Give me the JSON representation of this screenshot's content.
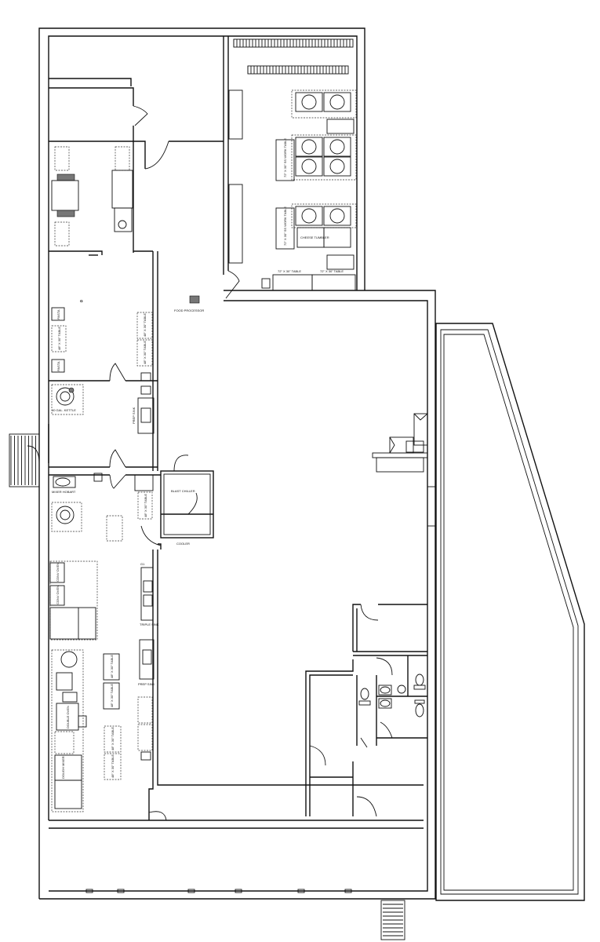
{
  "plan": {
    "labels": {
      "food_processor": "FOOD PROCESSOR",
      "blast_chiller": "BLAST CHILLER",
      "cooler": "COOLER",
      "mixer_hobart": "MIXER HOBART",
      "prep_sink": "PREP SINK",
      "triple_sink": "TRIPLE SINK",
      "kettle": "40 GAL. KETTLE",
      "pasta": "PASTA",
      "table_48": "48\" X 30\" TABLE",
      "table_72": "72\" X 30\" TABLE",
      "ss_work_table": "72\" X 30\" SS WORK TABLE",
      "conv_oven": "CONV OVEN",
      "cheese_tumbler": "CHEESE TUMBLER",
      "double_oven": "DOUBLE OVEN",
      "dough_mixer": "DOUGH MIXER",
      "g1": "G1"
    }
  }
}
